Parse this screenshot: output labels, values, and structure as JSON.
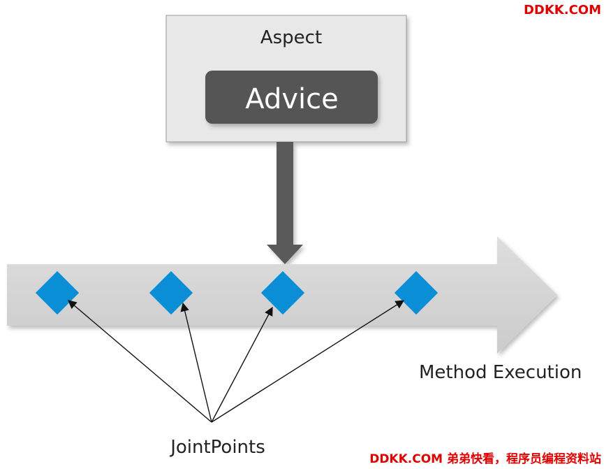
{
  "diagram": {
    "aspect_label": "Aspect",
    "advice_label": "Advice",
    "method_execution_label": "Method Execution",
    "jointpoints_label": "JointPoints"
  },
  "watermark": {
    "top": "DDKK.COM",
    "bottom": "DDKK.COM 弟弟快看，程序员编程资料站"
  },
  "colors": {
    "aspect_fill": "#e8e8e8",
    "advice_fill": "#555555",
    "connector_arrow": "#5a5a5a",
    "timeline_arrow": "#d4d4d4",
    "joinpoint": "#0a8fd6",
    "pointer_lines": "#111111",
    "watermark": "#e00000"
  }
}
